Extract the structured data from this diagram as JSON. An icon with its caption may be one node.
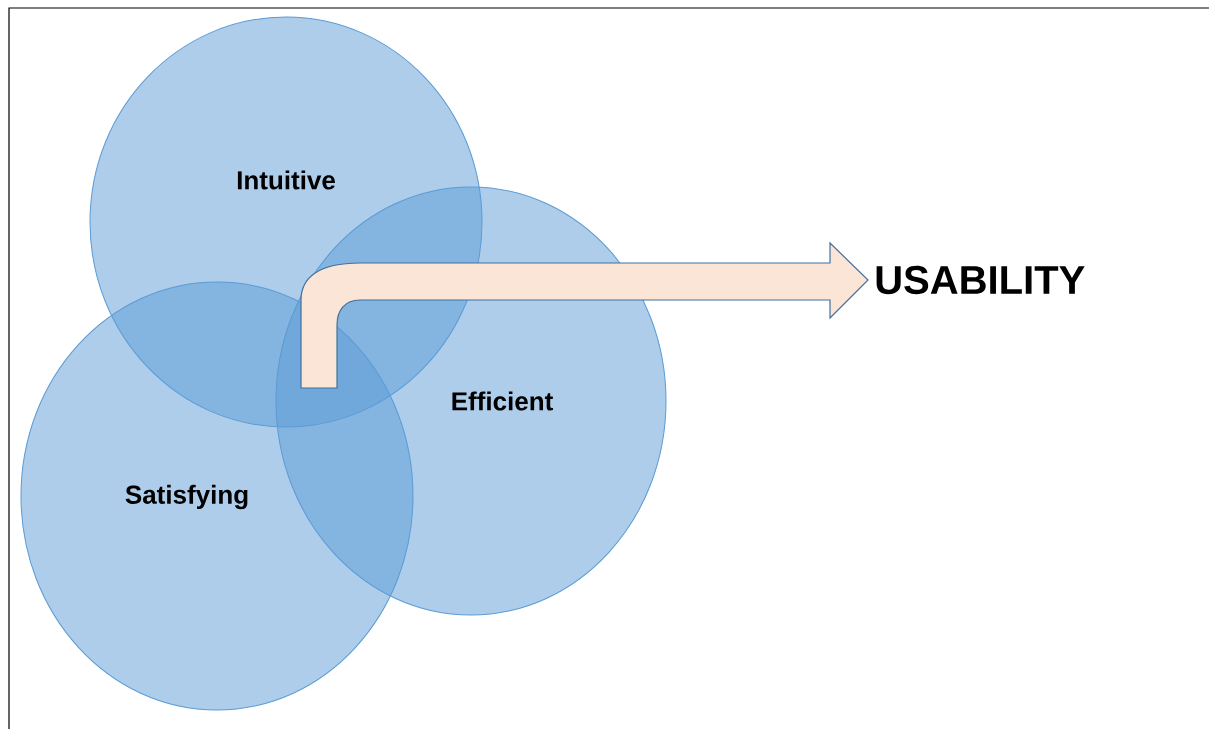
{
  "diagram": {
    "nodes": [
      {
        "text": [
          "Intuitive"
        ]
      },
      {
        "text": [
          "Satisfying"
        ]
      },
      {
        "text": [
          "Efficient"
        ]
      },
      {
        "text": [
          "USABILITY"
        ]
      }
    ],
    "edges": [
      {
        "from": null,
        "to": 3,
        "arrow": "to"
      }
    ]
  }
}
